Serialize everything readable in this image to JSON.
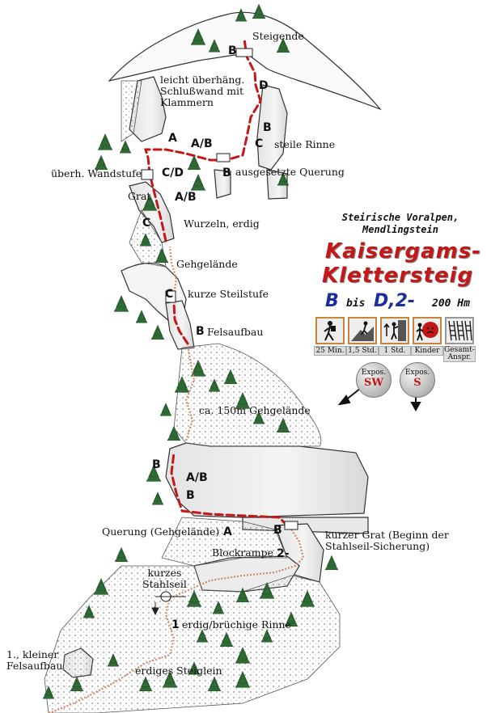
{
  "route_labels": {
    "steigende": "Steigende",
    "ueberhaeng": "leicht überhäng.\nSchlußwand mit\nKlammern",
    "steile_rinne": "steile Rinne",
    "querung_exposed": "ausgesetzte Querung",
    "wandstufe": "überh. Wandstufe",
    "grat": "Grat",
    "wurzeln": "Wurzeln, erdig",
    "gehgelaende": "Gehgelände",
    "steilstufe": "kurze  Steilstufe",
    "felsaufbau": "Felsaufbau",
    "gehgelaende_150": "ca. 150m Gehgelände",
    "querung_gehgelaende": "Querung (Gehgelände)",
    "kurzer_grat": "kurzer Grat (Beginn der\nStahlseil-Sicherung)",
    "blockrampe": "Blockrampe",
    "kurzes_stahlseil": "kurzes\nStahlseil",
    "rinne": "erdig/brüchige Rinne",
    "kleiner_felsaufbau": "1., kleiner\nFelsaufbau",
    "steiglein": "erdiges Steiglein"
  },
  "grades": {
    "g_top_b": "B",
    "g_d": "D",
    "g_c_rinne": "C",
    "g_b_rinne": "B",
    "g_a": "A",
    "g_ab_upper": "A/B",
    "g_b_querung": "B",
    "g_cd": "C/D",
    "g_ab_grat": "A/B",
    "g_c_wurzeln": "C",
    "g_c_steil": "C",
    "g_b_fels": "B",
    "g_b_lower": "B",
    "g_ab_lower": "A/B",
    "g_b_lower2": "B",
    "g_a_querung": "A",
    "g_b_grat": "B",
    "g_2": "2-",
    "g_1": "1"
  },
  "legend": {
    "region": "Steirische Voralpen,\nMendlingstein",
    "title_line1": "Kaisergams-",
    "title_line2": "Klettersteig",
    "diff_from": "B",
    "diff_bis": "bis",
    "diff_to": "D,2-",
    "height": "200 Hm",
    "icons": [
      {
        "icon": "hiker-approach-icon",
        "caption": "25 Min."
      },
      {
        "icon": "ascent-icon",
        "caption": "1,5 Std."
      },
      {
        "icon": "descent-icon",
        "caption": "1 Std."
      },
      {
        "icon": "kids-icon",
        "caption": "Kinder"
      },
      {
        "icon": "ladder-rating-icon",
        "caption": "Gesamt-\nAnspr."
      }
    ],
    "expo_label": "Expos.",
    "expo_1": "SW",
    "expo_2": "S"
  },
  "colors": {
    "route": "#c41818",
    "approach": "#d08a66",
    "rock_line": "#333333",
    "tree": "#2f6b35",
    "title": "#c41818",
    "difficulty": "#1a2f9a"
  }
}
